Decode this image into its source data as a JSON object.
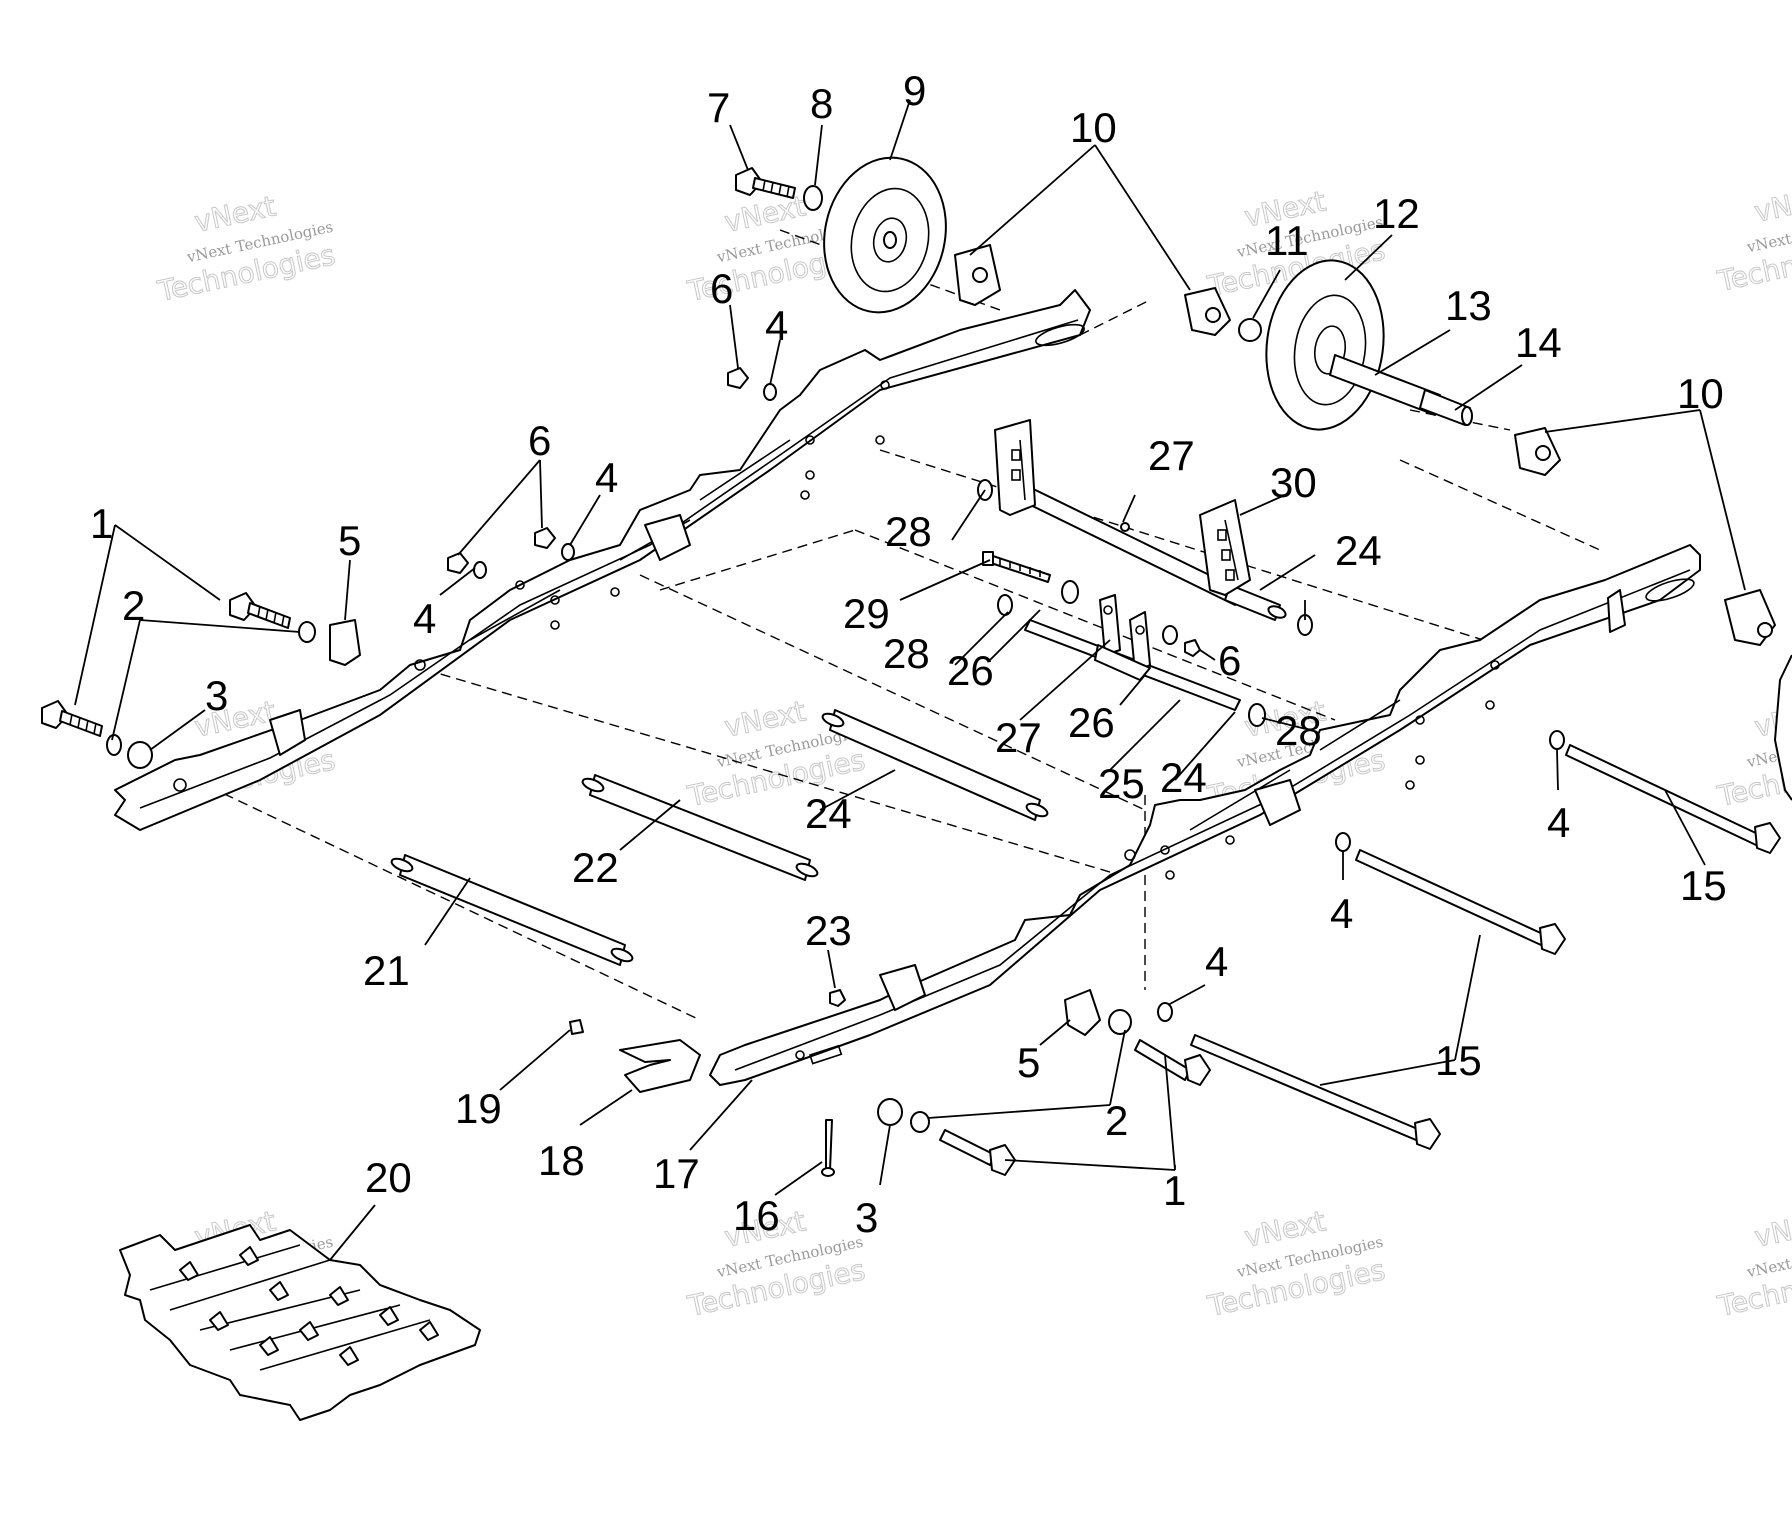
{
  "watermark": {
    "brand_short": "vNext",
    "brand_line": "vNext Technologies",
    "brand_tail": "Technologies"
  },
  "callouts": {
    "c1": "1",
    "c2": "2",
    "c3": "3",
    "c4": "4",
    "c5": "5",
    "c6": "6",
    "c7": "7",
    "c8": "8",
    "c9": "9",
    "c10": "10",
    "c11": "11",
    "c12": "12",
    "c13": "13",
    "c14": "14",
    "c15": "15",
    "c16": "16",
    "c17": "17",
    "c18": "18",
    "c19": "19",
    "c20": "20",
    "c21": "21",
    "c22": "22",
    "c23": "23",
    "c24": "24",
    "c25": "25",
    "c26": "26",
    "c27": "27",
    "c28": "28",
    "c29": "29",
    "c30": "30"
  }
}
